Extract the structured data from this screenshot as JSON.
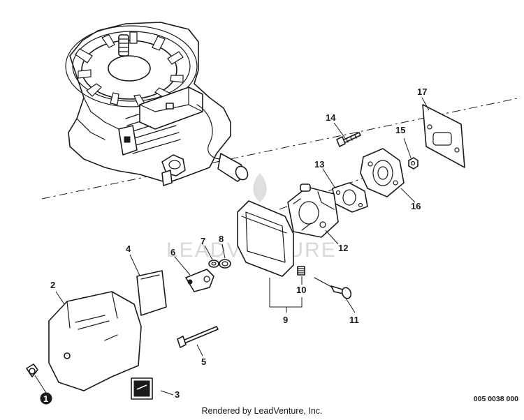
{
  "callouts": {
    "c1": "1",
    "c2": "2",
    "c3": "3",
    "c4": "4",
    "c5": "5",
    "c6": "6",
    "c7": "7",
    "c8": "8",
    "c9": "9",
    "c10": "10",
    "c11": "11",
    "c12": "12",
    "c13": "13",
    "c14": "14",
    "c15": "15",
    "c16": "16",
    "c17": "17"
  },
  "watermark": {
    "text": "LEADVENTURE"
  },
  "footer": {
    "credit": "Rendered by LeadVenture, Inc.",
    "diagram_code": "005 0038 000"
  }
}
